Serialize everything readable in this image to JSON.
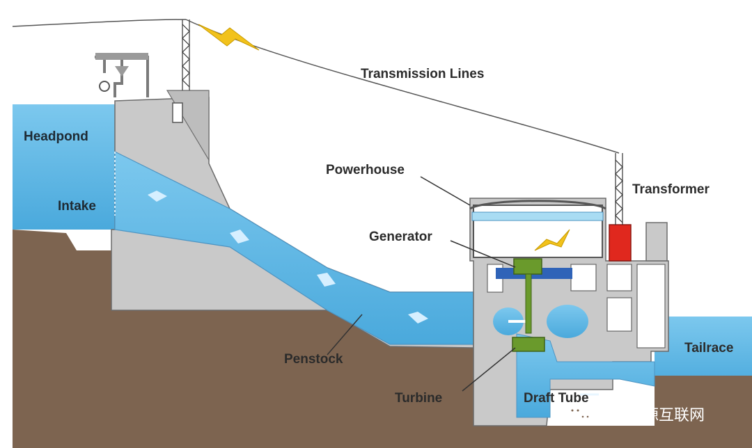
{
  "diagram": {
    "labels": {
      "transmission_lines": "Transmission Lines",
      "headpond": "Headpond",
      "intake": "Intake",
      "powerhouse": "Powerhouse",
      "transformer": "Transformer",
      "generator": "Generator",
      "penstock": "Penstock",
      "turbine": "Turbine",
      "draft_tube": "Draft Tube",
      "tailrace": "Tailrace"
    },
    "watermark": "电力能源互联网",
    "colors": {
      "water": "#57b5e3",
      "water_light": "#a9dcf3",
      "ground": "#7d6450",
      "concrete": "#c9c9c9",
      "concrete_dark": "#5a5a5a",
      "transformer": "#e0281e",
      "generator": "#6a9a2c",
      "generator_blue": "#2f63b8",
      "lightning": "#f2c21b"
    },
    "icons": [
      "lightning-bolt-icon",
      "flow-arrow-icon",
      "wechat-icon"
    ]
  }
}
